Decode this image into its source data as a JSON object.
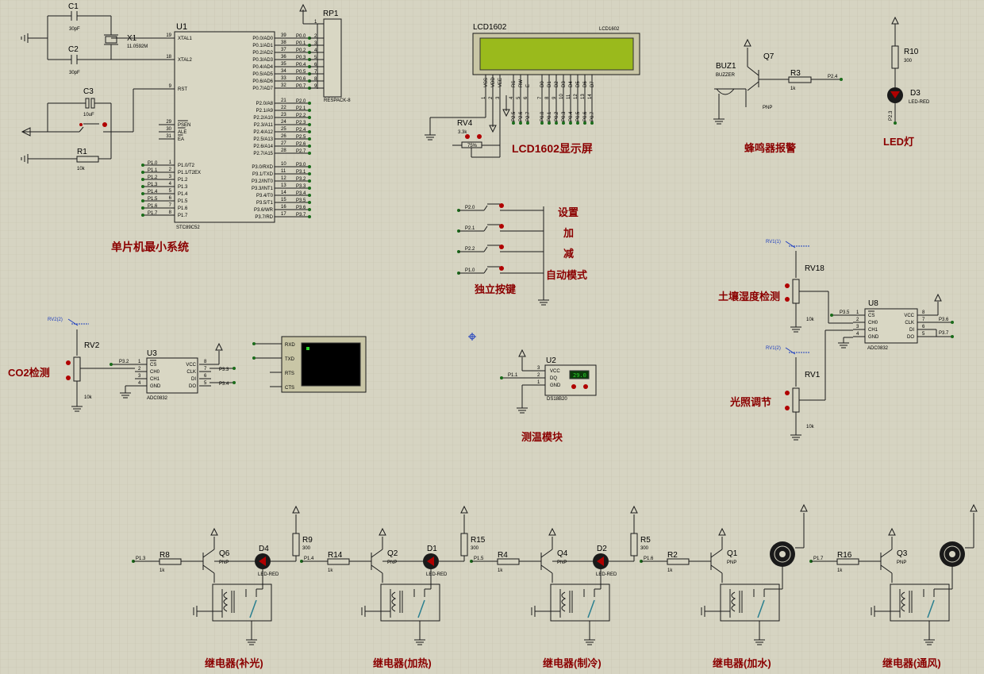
{
  "mcu": {
    "ref": "U1",
    "part": "STC89C52",
    "left_pins": [
      {
        "num": "19",
        "name": "XTAL1"
      },
      {
        "num": "18",
        "name": "XTAL2"
      },
      {
        "num": "9",
        "name": "RST"
      },
      {
        "num": "29",
        "name": "PSEN"
      },
      {
        "num": "30",
        "name": "ALE"
      },
      {
        "num": "31",
        "name": "EA"
      },
      {
        "num": "1",
        "name": "P1.0/T2"
      },
      {
        "num": "2",
        "name": "P1.1/T2EX"
      },
      {
        "num": "3",
        "name": "P1.2"
      },
      {
        "num": "4",
        "name": "P1.3"
      },
      {
        "num": "5",
        "name": "P1.4"
      },
      {
        "num": "6",
        "name": "P1.5"
      },
      {
        "num": "7",
        "name": "P1.6"
      },
      {
        "num": "8",
        "name": "P1.7"
      }
    ],
    "left_nets": [
      "P1.0",
      "P1.1",
      "P1.2",
      "P1.3",
      "P1.4",
      "P1.5",
      "P1.6",
      "P1.7"
    ],
    "right_pins": [
      {
        "num": "39",
        "name": "P0.0/AD0",
        "net": "P0.0"
      },
      {
        "num": "38",
        "name": "P0.1/AD1",
        "net": "P0.1"
      },
      {
        "num": "37",
        "name": "P0.2/AD2",
        "net": "P0.2"
      },
      {
        "num": "36",
        "name": "P0.3/AD3",
        "net": "P0.3"
      },
      {
        "num": "35",
        "name": "P0.4/AD4",
        "net": "P0.4"
      },
      {
        "num": "34",
        "name": "P0.5/AD5",
        "net": "P0.5"
      },
      {
        "num": "33",
        "name": "P0.6/AD6",
        "net": "P0.6"
      },
      {
        "num": "32",
        "name": "P0.7/AD7",
        "net": "P0.7"
      },
      {
        "num": "21",
        "name": "P2.0/A8",
        "net": "P2.0"
      },
      {
        "num": "22",
        "name": "P2.1/A9",
        "net": "P2.1"
      },
      {
        "num": "23",
        "name": "P2.2/A10",
        "net": "P2.2"
      },
      {
        "num": "24",
        "name": "P2.3/A11",
        "net": "P2.3"
      },
      {
        "num": "25",
        "name": "P2.4/A12",
        "net": "P2.4"
      },
      {
        "num": "26",
        "name": "P2.5/A13",
        "net": "P2.5"
      },
      {
        "num": "27",
        "name": "P2.6/A14",
        "net": "P2.6"
      },
      {
        "num": "28",
        "name": "P2.7/A15",
        "net": "P2.7"
      },
      {
        "num": "10",
        "name": "P3.0/RXD",
        "net": "P3.0"
      },
      {
        "num": "11",
        "name": "P3.1/TXD",
        "net": "P3.1"
      },
      {
        "num": "12",
        "name": "P3.2/INT0",
        "net": "P3.2"
      },
      {
        "num": "13",
        "name": "P3.3/INT1",
        "net": "P3.3"
      },
      {
        "num": "14",
        "name": "P3.4/T0",
        "net": "P3.4"
      },
      {
        "num": "15",
        "name": "P3.5/T1",
        "net": "P3.5"
      },
      {
        "num": "16",
        "name": "P3.6/WR",
        "net": "P3.6"
      },
      {
        "num": "17",
        "name": "P3.7/RD",
        "net": "P3.7"
      }
    ]
  },
  "crystal": {
    "ref": "X1",
    "value": "11.0592M"
  },
  "c1": {
    "ref": "C1",
    "value": "30pF"
  },
  "c2": {
    "ref": "C2",
    "value": "30pF"
  },
  "c3": {
    "ref": "C3",
    "value": "10uF"
  },
  "r1": {
    "ref": "R1",
    "value": "10k"
  },
  "rp1": {
    "ref": "RP1",
    "part": "RESPACK-8",
    "pins": [
      "1",
      "2",
      "3",
      "4",
      "5",
      "6",
      "7",
      "8",
      "9"
    ]
  },
  "mcu_section_label": "单片机最小系统",
  "lcd": {
    "ref": "LCD1602",
    "part": "LCD1602",
    "pin_names": [
      "VSS",
      "VDD",
      "VEE",
      "RS",
      "RW",
      "E",
      "D0",
      "D1",
      "D2",
      "D3",
      "D4",
      "D5",
      "D6",
      "D7"
    ],
    "pin_nums": [
      "1",
      "2",
      "3",
      "4",
      "5",
      "6",
      "7",
      "8",
      "9",
      "10",
      "11",
      "12",
      "13",
      "14"
    ],
    "nets": [
      "P2.5",
      "P2.6",
      "P2.7",
      "P0.0",
      "P0.1",
      "P0.2",
      "P0.3",
      "P0.4",
      "P0.5",
      "P0.6",
      "P0.7"
    ],
    "label": "LCD1602显示屏",
    "screen_color": "#9aba1c"
  },
  "rv4": {
    "ref": "RV4",
    "value": "3.3k",
    "pct": "75%"
  },
  "buzzer": {
    "ref": "BUZ1",
    "part": "BUZZER",
    "q_ref": "Q7",
    "q_type": "PNP",
    "r_ref": "R3",
    "r_value": "1k",
    "net": "P2.4",
    "label": "蜂鸣器报警"
  },
  "led_d3": {
    "r_ref": "R10",
    "r_value": "300",
    "d_ref": "D3",
    "d_part": "LED-RED",
    "net": "P2.3",
    "label": "LED灯"
  },
  "buttons": {
    "nets": [
      "P2.0",
      "P2.1",
      "P2.2",
      "P1.0"
    ],
    "labels": [
      "设置",
      "加",
      "减",
      "自动模式"
    ],
    "section_label": "独立按键"
  },
  "co2": {
    "probe": "RV2(2)",
    "rv_ref": "RV2",
    "rv_value": "10k",
    "adc_ref": "U3",
    "adc_part": "ADC0832",
    "net_cs": "P3.2",
    "net_clk": "P3.3",
    "net_do": "P3.4",
    "label": "CO2检测"
  },
  "adc_pins": {
    "left": [
      {
        "num": "1",
        "name": "CS"
      },
      {
        "num": "2",
        "name": "CH0"
      },
      {
        "num": "3",
        "name": "CH1"
      },
      {
        "num": "4",
        "name": "GND"
      }
    ],
    "right": [
      {
        "num": "8",
        "name": "VCC"
      },
      {
        "num": "7",
        "name": "CLK"
      },
      {
        "num": "6",
        "name": "DI"
      },
      {
        "num": "5",
        "name": "DO"
      }
    ]
  },
  "terminal": {
    "pins": [
      "RXD",
      "TXD",
      "RTS",
      "CTS"
    ]
  },
  "ds18b20": {
    "ref": "U2",
    "part": "DS18B20",
    "net": "P1.1",
    "pins": [
      "VCC",
      "DQ",
      "GND"
    ],
    "pin_nums": [
      "3",
      "2",
      "1"
    ],
    "reading": "29.0",
    "label": "测温模块"
  },
  "soil": {
    "probe": "RV1(1)",
    "rv_ref": "RV18",
    "rv_value": "10k",
    "adc_ref": "U8",
    "adc_part": "ADC0832",
    "net_cs": "P3.5",
    "net_clk": "P3.6",
    "net_do": "P3.7",
    "label": "土壤湿度检测"
  },
  "light": {
    "probe": "RV1(2)",
    "rv_ref": "RV1",
    "rv_value": "10k",
    "label": "光照调节"
  },
  "relays": [
    {
      "net": "P1.3",
      "r_ref": "R8",
      "r_value": "1k",
      "q_ref": "Q6",
      "q_type": "PNP",
      "load_ref": "D4",
      "load_part": "LED-RED",
      "load_r_ref": "R9",
      "load_r_value": "300",
      "label": "继电器(补光)",
      "load": "led"
    },
    {
      "net": "P1.4",
      "r_ref": "R14",
      "r_value": "1k",
      "q_ref": "Q2",
      "q_type": "PNP",
      "load_ref": "D1",
      "load_part": "LED-RED",
      "load_r_ref": "R15",
      "load_r_value": "300",
      "label": "继电器(加热)",
      "load": "led"
    },
    {
      "net": "P1.5",
      "r_ref": "R4",
      "r_value": "1k",
      "q_ref": "Q4",
      "q_type": "PNP",
      "load_ref": "D2",
      "load_part": "LED-RED",
      "load_r_ref": "R5",
      "load_r_value": "300",
      "label": "继电器(制冷)",
      "load": "led"
    },
    {
      "net": "P1.6",
      "r_ref": "R2",
      "r_value": "1k",
      "q_ref": "Q1",
      "q_type": "PNP",
      "load_ref": "",
      "load_part": "",
      "load_r_ref": "",
      "load_r_value": "",
      "label": "继电器(加水)",
      "load": "motor"
    },
    {
      "net": "P1.7",
      "r_ref": "R16",
      "r_value": "1k",
      "q_ref": "Q3",
      "q_type": "PNP",
      "load_ref": "",
      "load_part": "",
      "load_r_ref": "",
      "load_r_value": "",
      "label": "继电器(通风)",
      "load": "motor"
    }
  ],
  "colors": {
    "background": "#d6d4c2",
    "wire": "#1a1a1a",
    "label": "#8b0000",
    "component_fill": "#c9c6a6",
    "led": "#b00000",
    "pin_dot": "#1a6b1a",
    "probe": "#1f3fbf"
  }
}
